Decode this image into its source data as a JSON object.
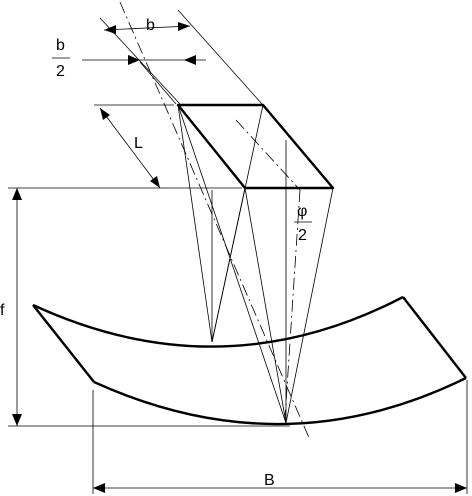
{
  "labels": {
    "b": "b",
    "b_half_num": "b",
    "b_half_den": "2",
    "L": "L",
    "phi_num": "φ",
    "phi_den": "2",
    "f": "f",
    "B": "B"
  }
}
